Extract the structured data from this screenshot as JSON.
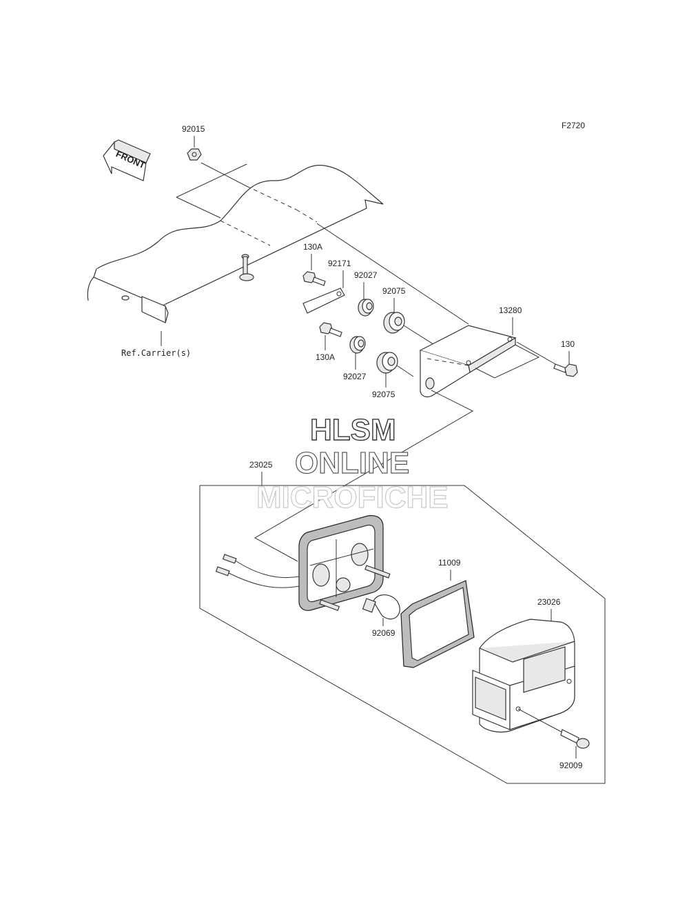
{
  "figure_code": "F2720",
  "front_label": "FRONT",
  "ref_label": "Ref.Carrier(s)",
  "watermark": {
    "line1": "HLSM",
    "line2": "ONLINE",
    "line3": "MICROFICHE"
  },
  "part_labels": {
    "p92015": "92015",
    "p130A_top": "130A",
    "p92171": "92171",
    "p92027_top": "92027",
    "p92075_top": "92075",
    "p13280": "13280",
    "p130": "130",
    "p130A_bottom": "130A",
    "p92027_bottom": "92027",
    "p92075_bottom": "92075",
    "p23025": "23025",
    "p11009": "11009",
    "p23026": "23026",
    "p92069": "92069",
    "p92009": "92009"
  }
}
